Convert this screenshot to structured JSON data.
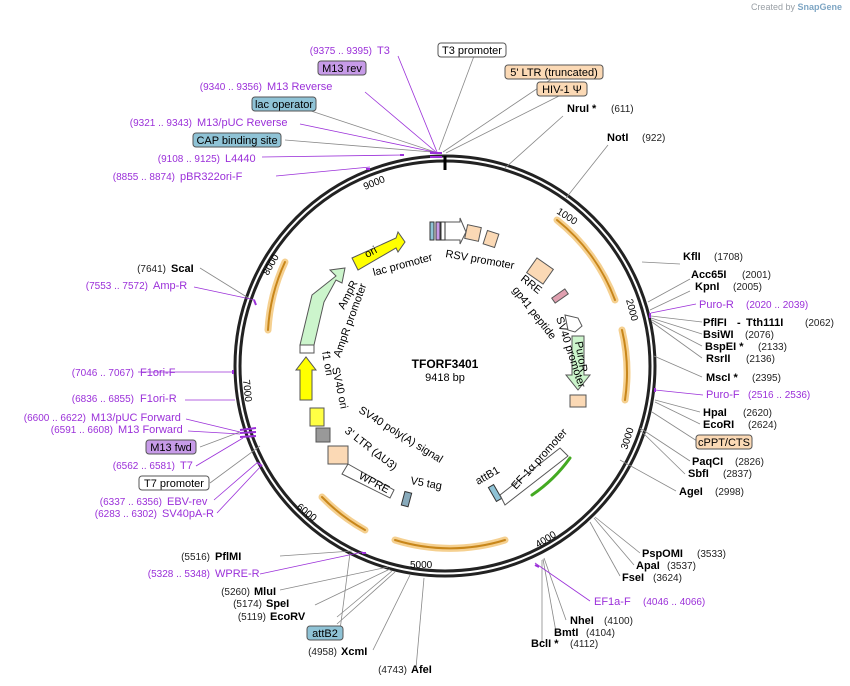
{
  "app": {
    "credit_prefix": "Created by",
    "credit_brand": "SnapGene"
  },
  "plasmid": {
    "name": "TFORF3401",
    "length_label": "9418 bp",
    "total_bp": 9418
  },
  "axis_ticks": [
    "1000",
    "2000",
    "3000",
    "4000",
    "5000",
    "6000",
    "7000",
    "8000",
    "9000"
  ],
  "enzymes": [
    {
      "name": "NruI *",
      "pos": "(611)"
    },
    {
      "name": "NotI",
      "pos": "(922)"
    },
    {
      "name": "KflI",
      "pos": "(1708)"
    },
    {
      "name": "Acc65I",
      "pos": "(2001)"
    },
    {
      "name": "KpnI",
      "pos": "(2005)"
    },
    {
      "name": "PflFI",
      "name2": "Tth111I",
      "pos": "(2062)"
    },
    {
      "name": "BsiWI",
      "pos": "(2076)"
    },
    {
      "name": "BspEI *",
      "pos": "(2133)"
    },
    {
      "name": "RsrII",
      "pos": "(2136)"
    },
    {
      "name": "MscI *",
      "pos": "(2395)"
    },
    {
      "name": "HpaI",
      "pos": "(2620)"
    },
    {
      "name": "EcoRI",
      "pos": "(2624)"
    },
    {
      "name": "PaqCI",
      "pos": "(2826)"
    },
    {
      "name": "SbfI",
      "pos": "(2837)"
    },
    {
      "name": "AgeI",
      "pos": "(2998)"
    },
    {
      "name": "PspOMI",
      "pos": "(3533)"
    },
    {
      "name": "ApaI",
      "pos": "(3537)"
    },
    {
      "name": "FseI",
      "pos": "(3624)"
    },
    {
      "name": "NheI",
      "pos": "(4100)"
    },
    {
      "name": "BmtI",
      "pos": "(4104)"
    },
    {
      "name": "BclI *",
      "pos": "(4112)"
    },
    {
      "name": "AfeI",
      "pos": "(4743)"
    },
    {
      "name": "XcmI",
      "pos": "(4958)"
    },
    {
      "name": "EcoRV",
      "pos": "(5119)"
    },
    {
      "name": "SpeI",
      "pos": "(5174)"
    },
    {
      "name": "MluI",
      "pos": "(5260)"
    },
    {
      "name": "PflMI",
      "pos": "(5516)"
    },
    {
      "name": "ScaI",
      "pos": "(7641)"
    }
  ],
  "primers": [
    {
      "name": "T3",
      "pos": "(9375 .. 9395)"
    },
    {
      "name": "M13 Reverse",
      "pos": "(9340 .. 9356)"
    },
    {
      "name": "M13/pUC Reverse",
      "pos": "(9321 .. 9343)"
    },
    {
      "name": "L4440",
      "pos": "(9108 .. 9125)"
    },
    {
      "name": "pBR322ori-F",
      "pos": "(8855 .. 8874)"
    },
    {
      "name": "Amp-R",
      "pos": "(7553 .. 7572)"
    },
    {
      "name": "F1ori-F",
      "pos": "(7046 .. 7067)"
    },
    {
      "name": "F1ori-R",
      "pos": "(6836 .. 6855)"
    },
    {
      "name": "M13/pUC Forward",
      "pos": "(6600 .. 6622)"
    },
    {
      "name": "M13 Forward",
      "pos": "(6591 .. 6608)"
    },
    {
      "name": "T7",
      "pos": "(6562 .. 6581)"
    },
    {
      "name": "EBV-rev",
      "pos": "(6337 .. 6356)"
    },
    {
      "name": "SV40pA-R",
      "pos": "(6283 .. 6302)"
    },
    {
      "name": "WPRE-R",
      "pos": "(5328 .. 5348)"
    },
    {
      "name": "Puro-R",
      "pos": "(2020 .. 2039)"
    },
    {
      "name": "Puro-F",
      "pos": "(2516 .. 2536)"
    },
    {
      "name": "EF1a-F",
      "pos": "(4046 .. 4066)"
    }
  ],
  "boxed_labels": {
    "t3_promoter": "T3 promoter",
    "m13_rev": "M13 rev",
    "lac_operator": "lac operator",
    "cap_binding_site": "CAP binding site",
    "ltr_truncated": "5' LTR (truncated)",
    "hiv_psi": "HIV-1 Ψ",
    "cppt_cts": "cPPT/CTS",
    "m13_fwd": "M13 fwd",
    "t7_promoter": "T7 promoter",
    "attb2": "attB2"
  },
  "inner_labels": {
    "ori": "ori",
    "lac_promoter": "lac promoter",
    "rsv_promoter": "RSV promoter",
    "rre": "RRE",
    "gp41": "gp41 peptide",
    "sv40_promoter_1": "SV40 promoter",
    "puror": "PuroR",
    "ampr": "AmpR",
    "ampr_promoter": "AmpR promoter",
    "f1_ori": "f1 ori",
    "sv40_ori": "SV40 ori",
    "sv40_polya": "SV40 poly(A) signal",
    "ltr_au3": "3' LTR (ΔU3)",
    "wpre": "WPRE",
    "v5_tag": "V5 tag",
    "attb1": "attB1",
    "ef1a_promoter": "EF-1α promoter"
  },
  "colors": {
    "backbone": "#222222",
    "primer": "#9b30d9",
    "orf": "#e0a030",
    "box_blue": "#8fc3d6",
    "box_orange": "#fbd9b5",
    "box_purple": "#c79be8",
    "ori_yellow": "#ffff00",
    "ampr_green": "#ccf5cc",
    "ef1a_green": "#44aa22"
  }
}
